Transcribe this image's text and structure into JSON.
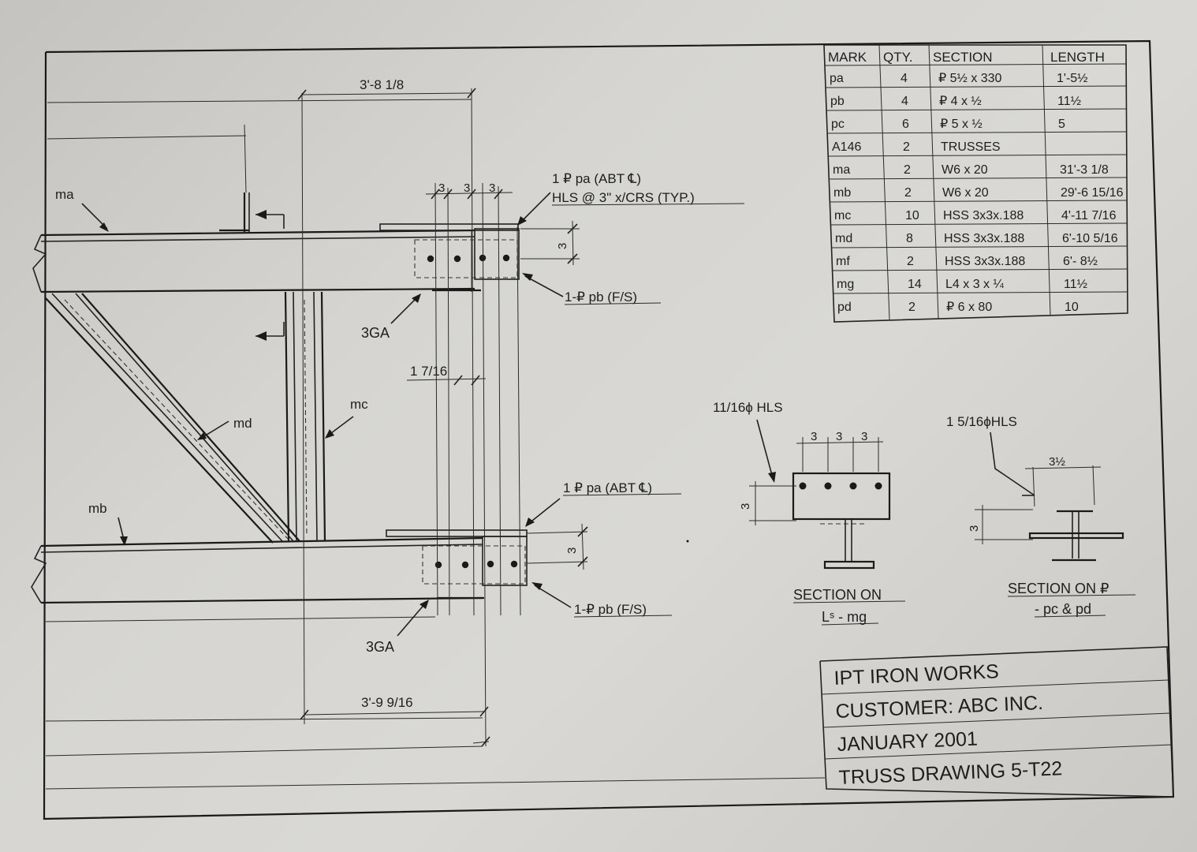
{
  "schedule": {
    "headers": [
      "MARK",
      "QTY.",
      "SECTION",
      "LENGTH"
    ],
    "rows": [
      [
        "pa",
        "4",
        "₽ 5½ x 330",
        "1'-5½"
      ],
      [
        "pb",
        "4",
        "₽ 4 x ½",
        "11½"
      ],
      [
        "pc",
        "6",
        "₽ 5 x ½",
        "5"
      ],
      [
        "A146",
        "2",
        "TRUSSES",
        ""
      ],
      [
        "ma",
        "2",
        "W6 x 20",
        "31'-3 1/8"
      ],
      [
        "mb",
        "2",
        "W6 x 20",
        "29'-6 15/16"
      ],
      [
        "mc",
        "10",
        "HSS 3x3x.188",
        "4'-11 7/16"
      ],
      [
        "md",
        "8",
        "HSS 3x3x.188",
        "6'-10 5/16"
      ],
      [
        "mf",
        "2",
        "HSS 3x3x.188",
        "6'- 8½"
      ],
      [
        "mg",
        "14",
        "L4 x 3 x ¼",
        "11½"
      ],
      [
        "pd",
        "2",
        "₽ 6 x 80",
        "10"
      ]
    ]
  },
  "title_block": {
    "line1": "IPT IRON WORKS",
    "line2": "CUSTOMER: ABC INC.",
    "line3": "JANUARY 2001",
    "line4": "TRUSS DRAWING 5-T22"
  },
  "labels": {
    "dim_top": "3'-8 1/8",
    "dim_bottom": "3'-9 9/16",
    "dim_1_7_16": "1 7/16",
    "three": "3",
    "ma": "ma",
    "mb": "mb",
    "mc": "mc",
    "md": "md",
    "ga_top": "3GA",
    "ga_bottom": "3GA",
    "callout_pa_top_1": "1 ₽ pa (ABT ℄)",
    "callout_pa_top_2": "HLS @ 3\" x/CRS (TYP.)",
    "callout_pb_top": "1-₽ pb (F/S)",
    "callout_pa_bottom": "1 ₽ pa (ABT ℄)",
    "callout_pb_bottom": "1-₽ pb (F/S)",
    "hls_small": "11/16ϕ HLS",
    "hls_large": "1 5/16ϕHLS",
    "dim_3_half": "3½",
    "section_mg_1": "SECTION ON",
    "section_mg_2": "Lˢ - mg",
    "section_pc_1": "SECTION ON ₽",
    "section_pc_2": "- pc & pd"
  }
}
